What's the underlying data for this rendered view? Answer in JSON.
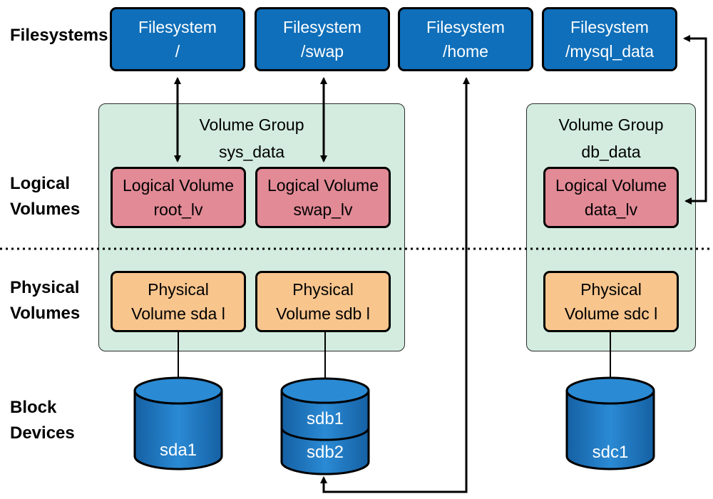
{
  "rows": {
    "filesystems": "Filesystems",
    "logical_volumes": [
      "Logical",
      "Volumes"
    ],
    "physical_volumes": [
      "Physical",
      "Volumes"
    ],
    "block_devices": [
      "Block",
      "Devices"
    ]
  },
  "filesystems": [
    {
      "line1": "Filesystem",
      "line2": "/"
    },
    {
      "line1": "Filesystem",
      "line2": "/swap"
    },
    {
      "line1": "Filesystem",
      "line2": "/home"
    },
    {
      "line1": "Filesystem",
      "line2": "/mysql_data"
    }
  ],
  "volume_groups": [
    {
      "line1": "Volume Group",
      "line2": "sys_data"
    },
    {
      "line1": "Volume Group",
      "line2": "db_data"
    }
  ],
  "logical_volumes": [
    {
      "line1": "Logical Volume",
      "line2": "root_lv"
    },
    {
      "line1": "Logical Volume",
      "line2": "swap_lv"
    },
    {
      "line1": "Logical Volume",
      "line2": "data_lv"
    }
  ],
  "physical_volumes": [
    {
      "line1": "Physical",
      "line2": "Volume sda l"
    },
    {
      "line1": "Physical",
      "line2": "Volume sdb l"
    },
    {
      "line1": "Physical",
      "line2": "Volume sdc l"
    }
  ],
  "block_devices": [
    "sda1",
    "sdb1",
    "sdb2",
    "sdc1"
  ],
  "colors": {
    "filesystem": "#0f6fba",
    "logical_volume": "#e28a96",
    "physical_volume": "#f8c58d",
    "volume_group": "#d3ecdf",
    "disk": "#1a78c2"
  }
}
